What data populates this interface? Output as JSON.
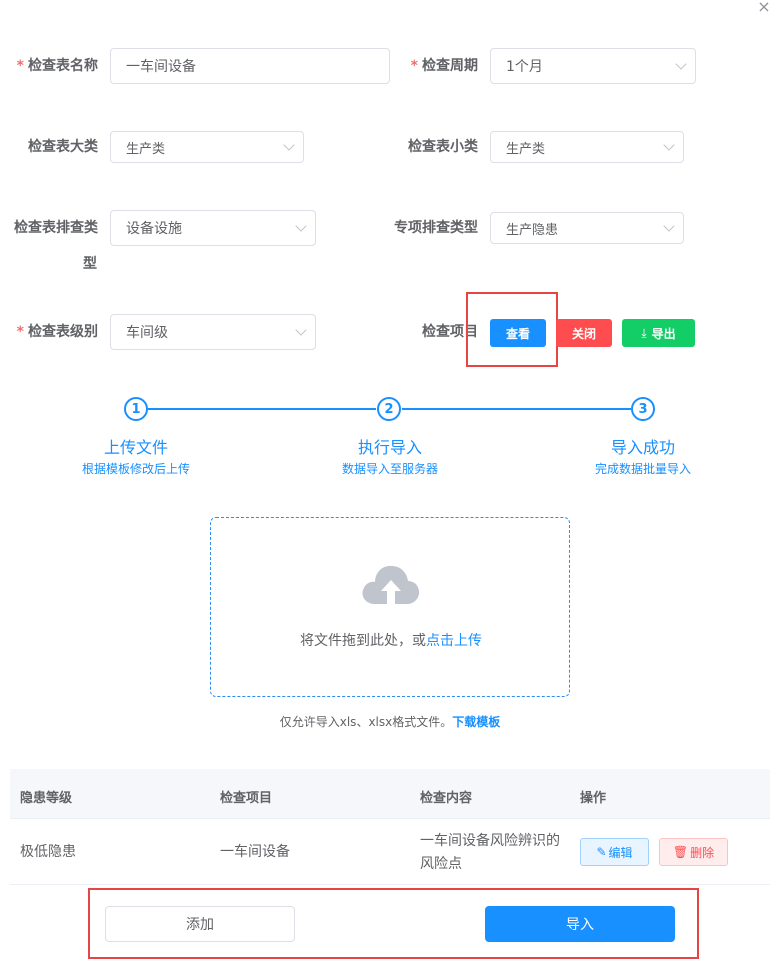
{
  "dialog": {
    "close_icon": "×"
  },
  "form": {
    "name": {
      "label": "检查表名称",
      "value": "一车间设备"
    },
    "period": {
      "label": "检查周期",
      "value": "1个月"
    },
    "major_category": {
      "label": "检查表大类",
      "value": "生产类"
    },
    "minor_category": {
      "label": "检查表小类",
      "value": "生产类"
    },
    "check_type_line1": "检查表排查类",
    "check_type_line2": "型",
    "check_type_value": "设备设施",
    "special_type": {
      "label": "专项排查类型",
      "value": "生产隐患"
    },
    "level": {
      "label": "检查表级别",
      "value": "车间级"
    },
    "check_items": {
      "label": "检查项目",
      "view": "查看",
      "close": "关闭",
      "export": "导出",
      "export_icon": "⤓"
    },
    "required_mark": "*"
  },
  "steps": [
    {
      "num": "1",
      "title": "上传文件",
      "desc": "根据模板修改后上传"
    },
    {
      "num": "2",
      "title": "执行导入",
      "desc": "数据导入至服务器"
    },
    {
      "num": "3",
      "title": "导入成功",
      "desc": "完成数据批量导入"
    }
  ],
  "upload": {
    "drag_text": "将文件拖到此处，或",
    "click_text": "点击上传",
    "tip": "仅允许导入xls、xlsx格式文件。",
    "template_link": "下载模板"
  },
  "table": {
    "headers": [
      "隐患等级",
      "检查项目",
      "检查内容",
      "操作"
    ],
    "rows": [
      {
        "level": "极低隐患",
        "item": "一车间设备",
        "content_line1": "一车间设备风险辨识的",
        "content_line2": "风险点",
        "edit": "编辑",
        "delete": "删除"
      }
    ]
  },
  "footer": {
    "add": "添加",
    "import": "导入"
  },
  "colors": {
    "primary": "#1890ff",
    "danger": "#ff4d4f",
    "success": "#13ce66",
    "highlight": "#e64545"
  }
}
